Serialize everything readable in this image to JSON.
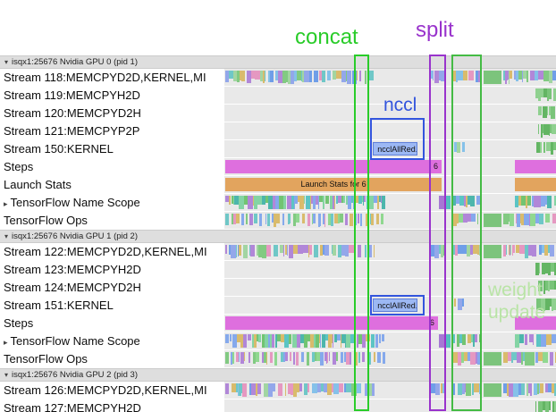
{
  "annotations": {
    "concat": {
      "label": "concat",
      "color": "#29cc29"
    },
    "split": {
      "label": "split",
      "color": "#9933cc"
    },
    "nccl": {
      "label": "nccl",
      "color": "#3355dd"
    },
    "weight_update": {
      "line1": "weight",
      "line2": "update",
      "text_color": "#b9e4a6",
      "box_color": "#44bb44"
    }
  },
  "bar_labels": {
    "nccl_bar": "ncclAllRed...",
    "steps_value": "6",
    "launch_stats_bar": "Launch Stats for 6"
  },
  "colors": {
    "steps_bar": "#de6fde",
    "launch_bar": "#e2a45e",
    "nccl_fill": "#9cb8f4",
    "nccl_border": "#5f7fd8",
    "solid_green": "#7cc47c",
    "scope_purple": "#a678d4",
    "scope_teal": "#54bfbf"
  },
  "palettes": {
    "mixed": [
      "#85c1e9",
      "#82ca82",
      "#b187d8",
      "#d9bb6c",
      "#6fc7c7",
      "#93a7ea",
      "#e598c1",
      "#a2d5a2",
      "#6f9ee8"
    ],
    "scope": [
      "#5bc4c4",
      "#84d4a4",
      "#b187d8",
      "#85a9ec",
      "#d9bb6c",
      "#72c472",
      "#4db6ac"
    ],
    "ops": [
      "#82ca82",
      "#85a9ec",
      "#e598c1",
      "#b187d8",
      "#d9bb6c",
      "#6fc7c7",
      "#90d890"
    ],
    "greens": [
      "#79c479",
      "#8fd08f",
      "#63b563"
    ]
  },
  "rows": [
    {
      "kind": "header",
      "arrow": "▾",
      "label": "isqx1:25676 Nvidia GPU 0 (pid 1)"
    },
    {
      "kind": "track",
      "label": "Stream 118:MEMCPYD2D,KERNEL,MI",
      "segments": [
        {
          "t": "dense",
          "a": 0.3,
          "b": 41.3,
          "pal": "mixed",
          "seed": 11
        },
        {
          "t": "dense",
          "a": 42.3,
          "b": 45.3,
          "pal": "mixed",
          "seed": 12
        },
        {
          "t": "dense",
          "a": 61.8,
          "b": 66.8,
          "pal": "mixed",
          "seed": 13
        },
        {
          "t": "dense",
          "a": 68.9,
          "b": 77.4,
          "pal": "mixed",
          "seed": 14
        },
        {
          "t": "solid",
          "a": 78.3,
          "b": 83.6,
          "color": "#7cc47c"
        },
        {
          "t": "dense",
          "a": 84.2,
          "b": 100,
          "pal": "mixed",
          "seed": 15
        }
      ]
    },
    {
      "kind": "track",
      "label": "Stream 119:MEMCPYH2D",
      "segments": [
        {
          "t": "dense",
          "a": 93.8,
          "b": 100,
          "pal": "greens",
          "seed": 21
        }
      ]
    },
    {
      "kind": "track",
      "label": "Stream 120:MEMCPYD2H",
      "segments": [
        {
          "t": "dense",
          "a": 94.6,
          "b": 100,
          "pal": "greens",
          "seed": 22
        }
      ]
    },
    {
      "kind": "track",
      "label": "Stream 121:MEMCPYP2P",
      "segments": [
        {
          "t": "dense",
          "a": 94.6,
          "b": 100,
          "pal": "greens",
          "seed": 23
        }
      ]
    },
    {
      "kind": "track",
      "label": "Stream 150:KERNEL",
      "segments": [
        {
          "t": "bar",
          "a": 44.8,
          "b": 58.2,
          "color": "#9cb8f4",
          "border": "#5f7fd8",
          "label": "ncclAllRed...",
          "align": "left"
        },
        {
          "t": "dense",
          "a": 69.2,
          "b": 72.6,
          "pal": "mixed",
          "seed": 24
        },
        {
          "t": "dense",
          "a": 94.0,
          "b": 100,
          "pal": "greens",
          "seed": 25
        }
      ]
    },
    {
      "kind": "track",
      "label": "Steps",
      "segments": [
        {
          "t": "bar",
          "a": 0.3,
          "b": 65.5,
          "color": "#de6fde",
          "label": "6",
          "align": "right"
        },
        {
          "t": "bar",
          "a": 87.7,
          "b": 100,
          "color": "#de6fde",
          "label": "",
          "align": "left"
        }
      ]
    },
    {
      "kind": "track",
      "label": "Launch Stats",
      "segments": [
        {
          "t": "bar",
          "a": 0.3,
          "b": 65.5,
          "color": "#e2a45e",
          "label": "Launch Stats for 6",
          "align": "center"
        },
        {
          "t": "bar",
          "a": 87.7,
          "b": 100,
          "color": "#e2a45e",
          "label": "",
          "align": "left"
        }
      ]
    },
    {
      "kind": "track",
      "arrow": "▸",
      "label": "TensorFlow Name Scope",
      "segments": [
        {
          "t": "dense",
          "a": 0.3,
          "b": 48.4,
          "pal": "scope",
          "seed": 31,
          "comb": true
        },
        {
          "t": "solid",
          "a": 64.6,
          "b": 66.6,
          "color": "#a678d4"
        },
        {
          "t": "solid",
          "a": 66.6,
          "b": 68.1,
          "color": "#54bfbf"
        },
        {
          "t": "dense",
          "a": 68.9,
          "b": 77.4,
          "pal": "scope",
          "seed": 32
        },
        {
          "t": "dense",
          "a": 87.7,
          "b": 100,
          "pal": "scope",
          "seed": 33
        }
      ]
    },
    {
      "kind": "track",
      "label": "TensorFlow Ops",
      "segments": [
        {
          "t": "dense",
          "a": 0.3,
          "b": 48.4,
          "pal": "ops",
          "seed": 41,
          "sparse": true
        },
        {
          "t": "dense",
          "a": 68.9,
          "b": 77.4,
          "pal": "ops",
          "seed": 42
        },
        {
          "t": "solid",
          "a": 78.3,
          "b": 83.6,
          "color": "#7cc47c"
        },
        {
          "t": "dense",
          "a": 84.2,
          "b": 100,
          "pal": "ops",
          "seed": 43
        }
      ]
    },
    {
      "kind": "header",
      "arrow": "▾",
      "label": "isqx1:25676 Nvidia GPU 1 (pid 2)"
    },
    {
      "kind": "track",
      "label": "Stream 122:MEMCPYD2D,KERNEL,MI",
      "segments": [
        {
          "t": "dense",
          "a": 0.3,
          "b": 41.3,
          "pal": "mixed",
          "seed": 51
        },
        {
          "t": "dense",
          "a": 42.3,
          "b": 45.3,
          "pal": "mixed",
          "seed": 52
        },
        {
          "t": "dense",
          "a": 61.8,
          "b": 66.8,
          "pal": "mixed",
          "seed": 53
        },
        {
          "t": "dense",
          "a": 68.9,
          "b": 77.4,
          "pal": "mixed",
          "seed": 54
        },
        {
          "t": "solid",
          "a": 78.3,
          "b": 83.6,
          "color": "#7cc47c"
        },
        {
          "t": "dense",
          "a": 84.2,
          "b": 100,
          "pal": "mixed",
          "seed": 55
        }
      ]
    },
    {
      "kind": "track",
      "label": "Stream 123:MEMCPYH2D",
      "segments": [
        {
          "t": "dense",
          "a": 93.8,
          "b": 100,
          "pal": "greens",
          "seed": 61
        }
      ]
    },
    {
      "kind": "track",
      "label": "Stream 124:MEMCPYD2H",
      "segments": [
        {
          "t": "dense",
          "a": 94.6,
          "b": 100,
          "pal": "greens",
          "seed": 62
        }
      ]
    },
    {
      "kind": "track",
      "label": "Stream 151:KERNEL",
      "segments": [
        {
          "t": "bar",
          "a": 44.8,
          "b": 58.2,
          "color": "#9cb8f4",
          "border": "#5f7fd8",
          "label": "ncclAllRed...",
          "align": "left"
        },
        {
          "t": "dense",
          "a": 69.2,
          "b": 72.6,
          "pal": "mixed",
          "seed": 63
        },
        {
          "t": "dense",
          "a": 94.0,
          "b": 100,
          "pal": "greens",
          "seed": 64
        }
      ]
    },
    {
      "kind": "track",
      "label": "Steps",
      "segments": [
        {
          "t": "bar",
          "a": 0.3,
          "b": 64.4,
          "color": "#de6fde",
          "label": "6",
          "align": "right"
        },
        {
          "t": "bar",
          "a": 87.7,
          "b": 100,
          "color": "#de6fde",
          "label": "",
          "align": "left"
        }
      ]
    },
    {
      "kind": "track",
      "arrow": "▸",
      "label": "TensorFlow Name Scope",
      "segments": [
        {
          "t": "dense",
          "a": 0.3,
          "b": 48.4,
          "pal": "scope",
          "seed": 71,
          "comb": true
        },
        {
          "t": "solid",
          "a": 64.6,
          "b": 66.6,
          "color": "#a678d4"
        },
        {
          "t": "solid",
          "a": 66.6,
          "b": 68.1,
          "color": "#54bfbf"
        },
        {
          "t": "dense",
          "a": 68.9,
          "b": 77.4,
          "pal": "scope",
          "seed": 72
        },
        {
          "t": "dense",
          "a": 87.7,
          "b": 100,
          "pal": "scope",
          "seed": 73
        }
      ]
    },
    {
      "kind": "track",
      "label": "TensorFlow Ops",
      "segments": [
        {
          "t": "dense",
          "a": 0.3,
          "b": 48.4,
          "pal": "ops",
          "seed": 81,
          "sparse": true
        },
        {
          "t": "dense",
          "a": 68.9,
          "b": 77.4,
          "pal": "ops",
          "seed": 82
        },
        {
          "t": "solid",
          "a": 78.3,
          "b": 83.6,
          "color": "#7cc47c"
        },
        {
          "t": "dense",
          "a": 84.2,
          "b": 100,
          "pal": "ops",
          "seed": 83
        }
      ]
    },
    {
      "kind": "header",
      "arrow": "▾",
      "label": "isqx1:25676 Nvidia GPU 2 (pid 3)"
    },
    {
      "kind": "track",
      "label": "Stream 126:MEMCPYD2D,KERNEL,MI",
      "segments": [
        {
          "t": "dense",
          "a": 0.3,
          "b": 41.3,
          "pal": "mixed",
          "seed": 91
        },
        {
          "t": "dense",
          "a": 42.3,
          "b": 45.3,
          "pal": "mixed",
          "seed": 92
        },
        {
          "t": "dense",
          "a": 61.8,
          "b": 66.8,
          "pal": "mixed",
          "seed": 93
        },
        {
          "t": "dense",
          "a": 68.9,
          "b": 77.4,
          "pal": "mixed",
          "seed": 94
        },
        {
          "t": "solid",
          "a": 78.3,
          "b": 83.6,
          "color": "#7cc47c"
        },
        {
          "t": "dense",
          "a": 84.2,
          "b": 100,
          "pal": "mixed",
          "seed": 95
        }
      ]
    },
    {
      "kind": "track",
      "label": "Stream 127:MEMCPYH2D",
      "segments": [
        {
          "t": "dense",
          "a": 93.8,
          "b": 100,
          "pal": "greens",
          "seed": 96
        }
      ]
    }
  ]
}
